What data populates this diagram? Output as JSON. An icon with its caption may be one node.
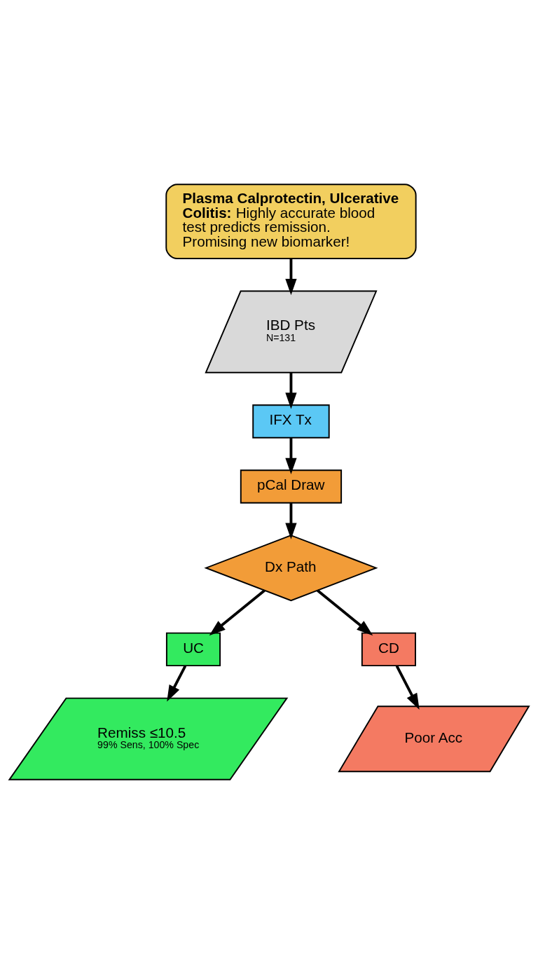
{
  "diagram": {
    "nodes": [
      {
        "text": [
          "**Plasma Calprotectin, Ulcerative Colitis:** Highly accurate blood test predicts remission. Promising new biomarker!"
        ]
      },
      {
        "text": [
          "IBD Pts",
          "N=131"
        ]
      },
      {
        "text": [
          "IFX Tx"
        ]
      },
      {
        "text": [
          "pCal Draw"
        ]
      },
      {
        "text": [
          "Dx Path"
        ]
      },
      {
        "text": [
          "UC"
        ]
      },
      {
        "text": [
          "CD"
        ]
      },
      {
        "text": [
          "Remiss ≤10.5",
          "99% Sens, 100% Spec"
        ]
      },
      {
        "text": [
          "Poor Acc"
        ]
      }
    ],
    "edges": [
      {
        "from": 0,
        "to": 1,
        "arrow": "to"
      },
      {
        "from": 1,
        "to": 2,
        "arrow": "to"
      },
      {
        "from": 2,
        "to": 3,
        "arrow": "to"
      },
      {
        "from": 3,
        "to": 4,
        "arrow": "to"
      },
      {
        "from": 4,
        "to": 5,
        "arrow": "to"
      },
      {
        "from": 4,
        "to": 6,
        "arrow": "to"
      },
      {
        "from": 5,
        "to": 7,
        "arrow": "to"
      },
      {
        "from": 6,
        "to": 8,
        "arrow": "to"
      }
    ]
  }
}
